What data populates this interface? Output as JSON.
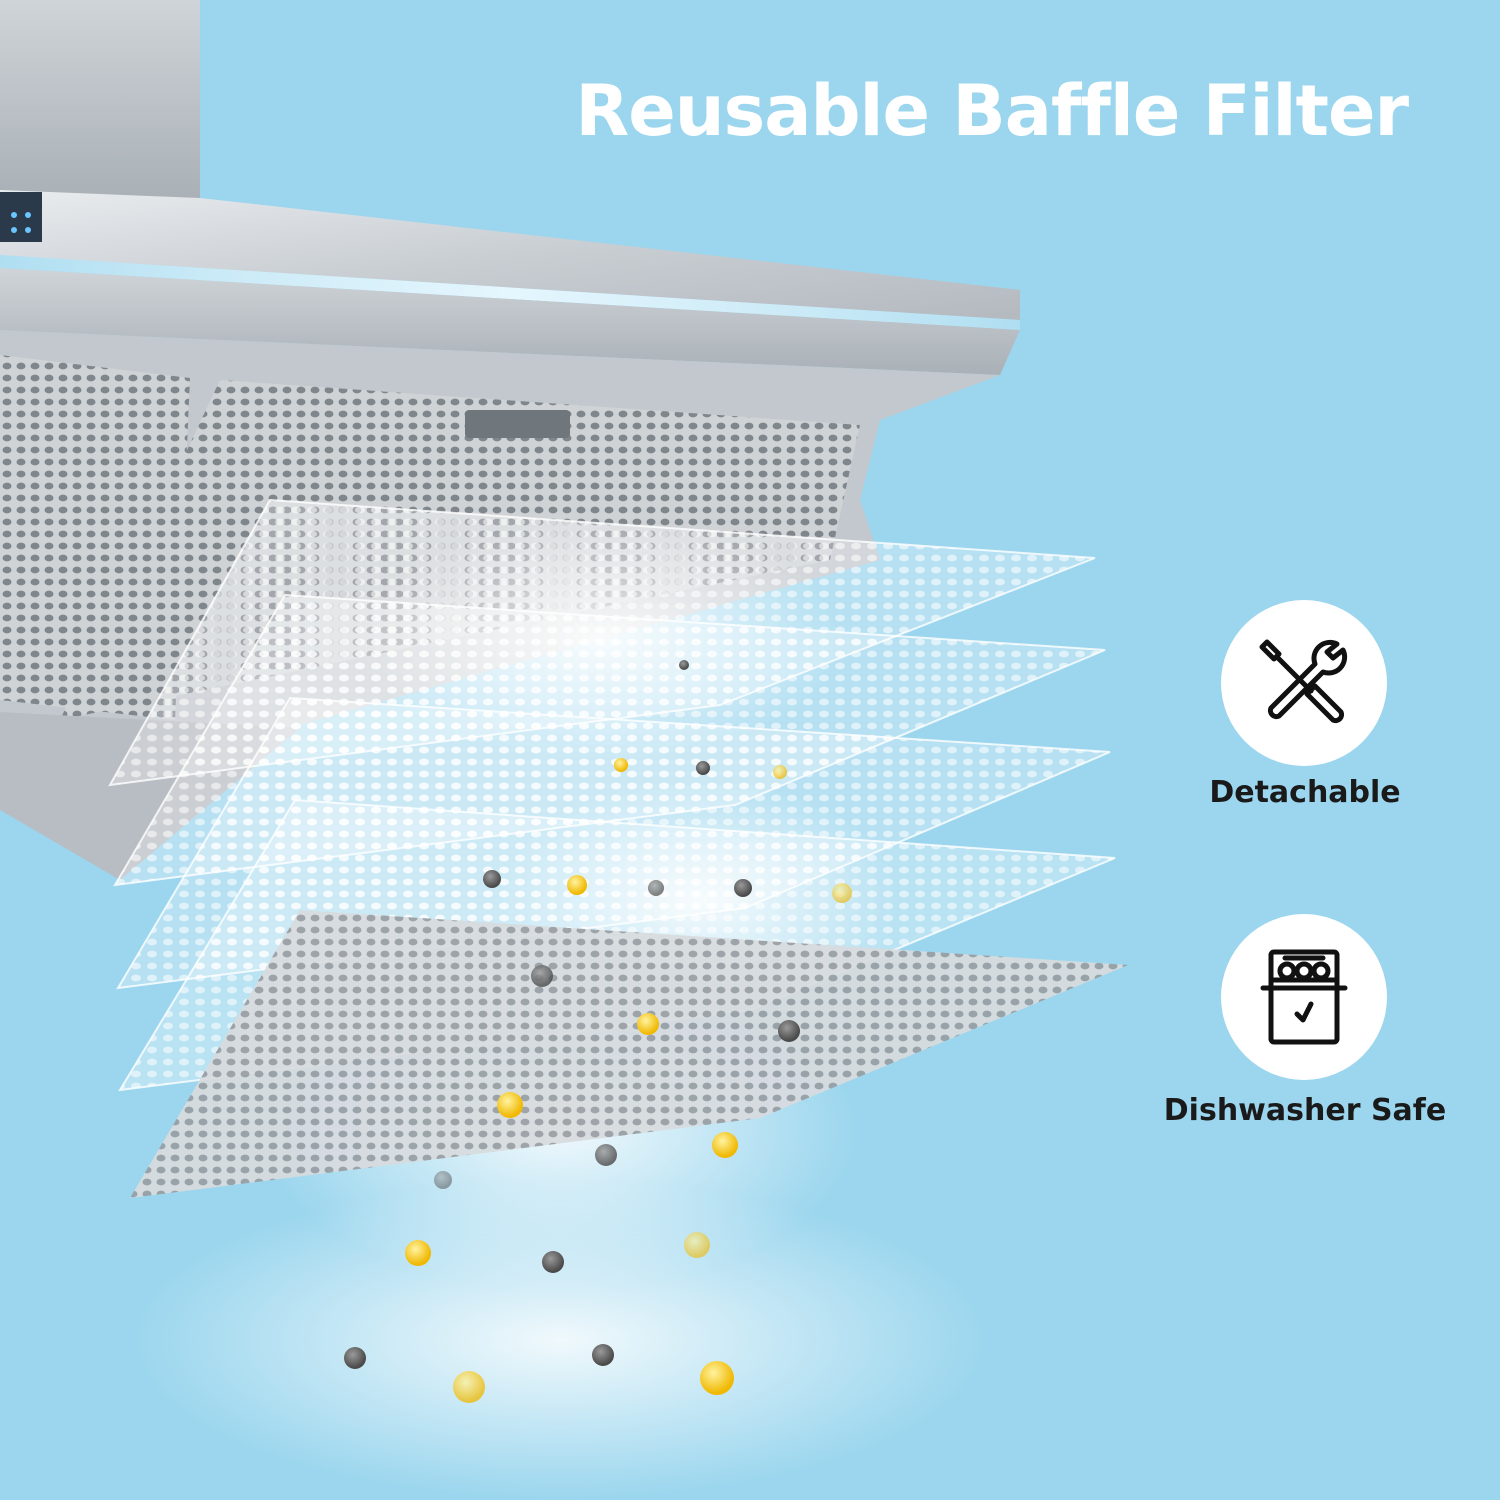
{
  "headline": "Reusable Baffle Filter",
  "features": [
    {
      "label": "Detachable",
      "icon": "tools-icon"
    },
    {
      "label": "Dishwasher Safe",
      "icon": "dishwasher-icon"
    }
  ],
  "colors": {
    "background": "#9bd6ee",
    "headline": "#ffffff",
    "label": "#1a1a1a",
    "grease_particle": "#f2c21a",
    "dust_particle": "#6b6b6b"
  }
}
